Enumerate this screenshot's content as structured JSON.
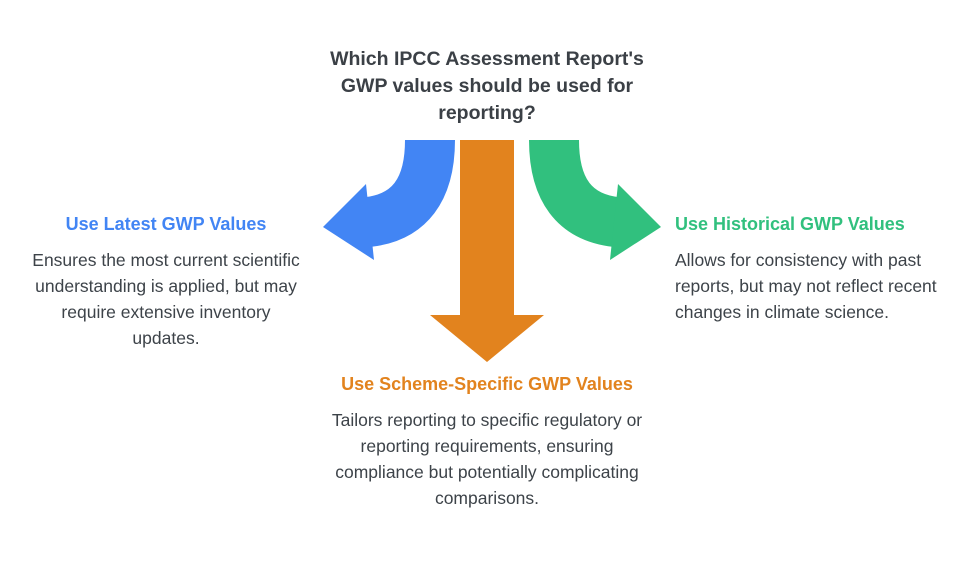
{
  "title": "Which IPCC Assessment Report's GWP values should be used for reporting?",
  "colors": {
    "blue": "#4285f4",
    "orange": "#e2831e",
    "green": "#31c07e",
    "text": "#3d4349"
  },
  "branches": {
    "left": {
      "heading": "Use Latest GWP Values",
      "description": "Ensures the most current scientific understanding is applied, but may require extensive inventory updates."
    },
    "center": {
      "heading": "Use Scheme-Specific GWP Values",
      "description": "Tailors reporting to specific regulatory or reporting requirements, ensuring compliance but potentially complicating comparisons."
    },
    "right": {
      "heading": "Use Historical GWP Values",
      "description": "Allows for consistency with past reports, but may not reflect recent changes in climate science."
    }
  },
  "icons": {
    "left_arrow": "curved-left-down-arrow",
    "center_arrow": "straight-down-arrow",
    "right_arrow": "curved-right-down-arrow"
  }
}
